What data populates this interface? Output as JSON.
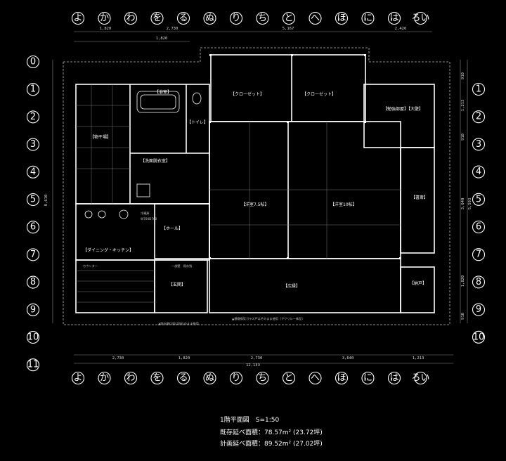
{
  "grid": {
    "columns": [
      "よ",
      "か",
      "わ",
      "を",
      "る",
      "ぬ",
      "り",
      "ち",
      "と",
      "へ",
      "ほ",
      "に",
      "は",
      "ろい"
    ],
    "rows_left": [
      "0",
      "1",
      "2",
      "3",
      "4",
      "5",
      "6",
      "7",
      "8",
      "9",
      "10",
      "11"
    ],
    "rows_right": [
      "1",
      "2",
      "3",
      "4",
      "5",
      "6",
      "7",
      "8",
      "9",
      "10"
    ]
  },
  "dimensions": {
    "top": [
      "1,820",
      "2,730",
      "5,167",
      "2,426"
    ],
    "top_second": [
      "1,820"
    ],
    "bottom": [
      "2,730",
      "1,820",
      "2,730",
      "3,640",
      "1,213"
    ],
    "bottom_total": "12,133",
    "left": [
      "8,610"
    ],
    "right": [
      "910",
      "1,213",
      "910",
      "3,640",
      "5,593",
      "1,820",
      "910"
    ]
  },
  "rooms": [
    {
      "id": "bath",
      "label": "【浴室】"
    },
    {
      "id": "toilet",
      "label": "【トイレ】"
    },
    {
      "id": "storage-thing",
      "label": "【物干場】"
    },
    {
      "id": "washroom",
      "label": "【洗面脱衣室】"
    },
    {
      "id": "closet1",
      "label": "【クローゼット】"
    },
    {
      "id": "closet2",
      "label": "【クローゼット】"
    },
    {
      "id": "study-room",
      "label": "【勉強部屋】【大壁】"
    },
    {
      "id": "western75",
      "label": "【洋室7.5帖】"
    },
    {
      "id": "western10",
      "label": "【洋室10帖】"
    },
    {
      "id": "shosai",
      "label": "【書斎】"
    },
    {
      "id": "hall",
      "label": "【ホール】"
    },
    {
      "id": "dining",
      "label": "【ダイニング・キッチン】"
    },
    {
      "id": "genkan",
      "label": "【玄関】"
    },
    {
      "id": "engawa",
      "label": "【広縁】"
    },
    {
      "id": "nando",
      "label": "【納戸】"
    }
  ],
  "notes": {
    "fridge": "冷蔵庫",
    "fridge_size": "W700D700",
    "counter": "カウンター",
    "wall_width": "一部壁　既存残",
    "floor_note": "▲基礎換気ガラス戸はそのまま使用（アクリル一体型）",
    "window_note": "▲既存開口部は既存のまま使用"
  },
  "info": {
    "title": "1階平面図　S=1:50",
    "existing": "既存延べ面積：78.57m²  (23.72坪)",
    "planned": "計画延べ面積：89.52m²  (27.02坪)"
  }
}
